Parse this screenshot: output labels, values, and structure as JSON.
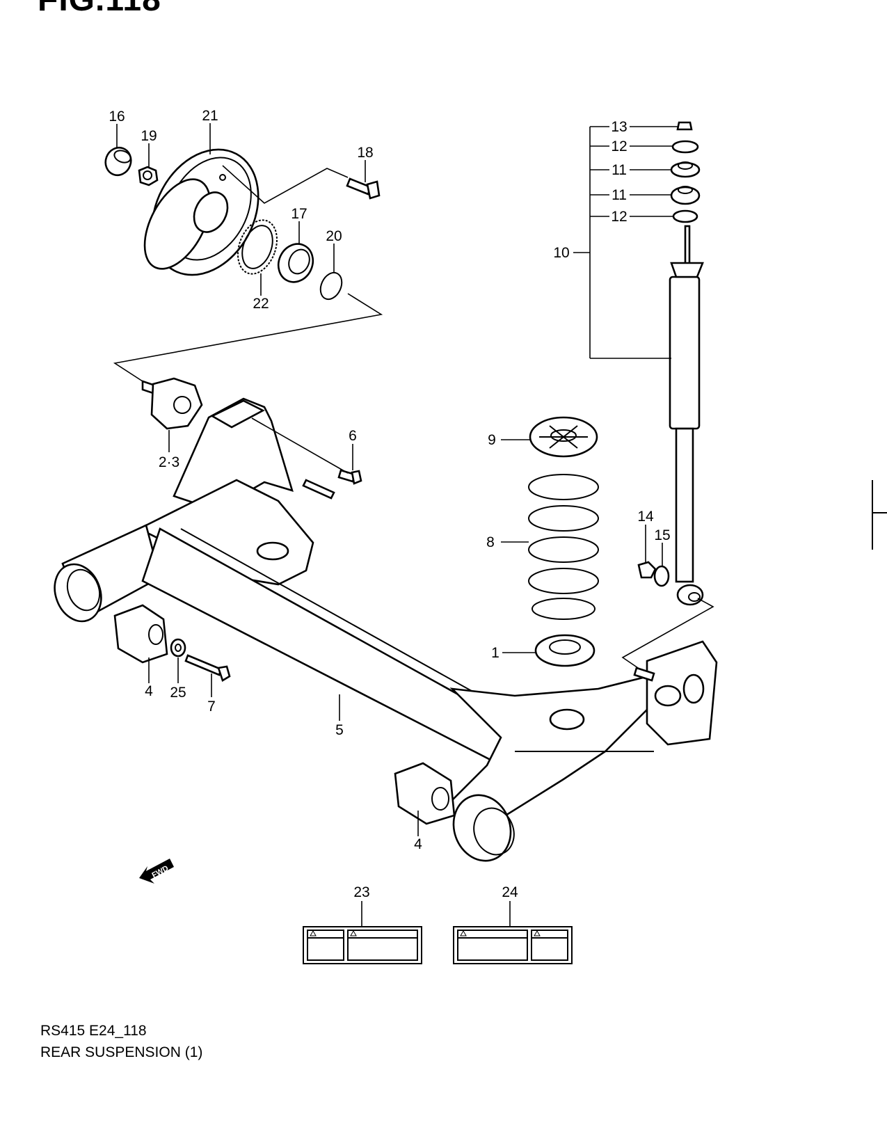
{
  "figure_title": "FIG.118",
  "footer": {
    "code": "RS415 E24_118",
    "title": "REAR SUSPENSION (1)"
  },
  "callouts": [
    "16",
    "21",
    "19",
    "18",
    "17",
    "20",
    "22",
    "13",
    "12",
    "11",
    "11",
    "12",
    "10",
    "2·3",
    "6",
    "9",
    "8",
    "14",
    "15",
    "1",
    "4",
    "25",
    "7",
    "5",
    "4",
    "23",
    "24"
  ],
  "fwd_label": "FWD"
}
